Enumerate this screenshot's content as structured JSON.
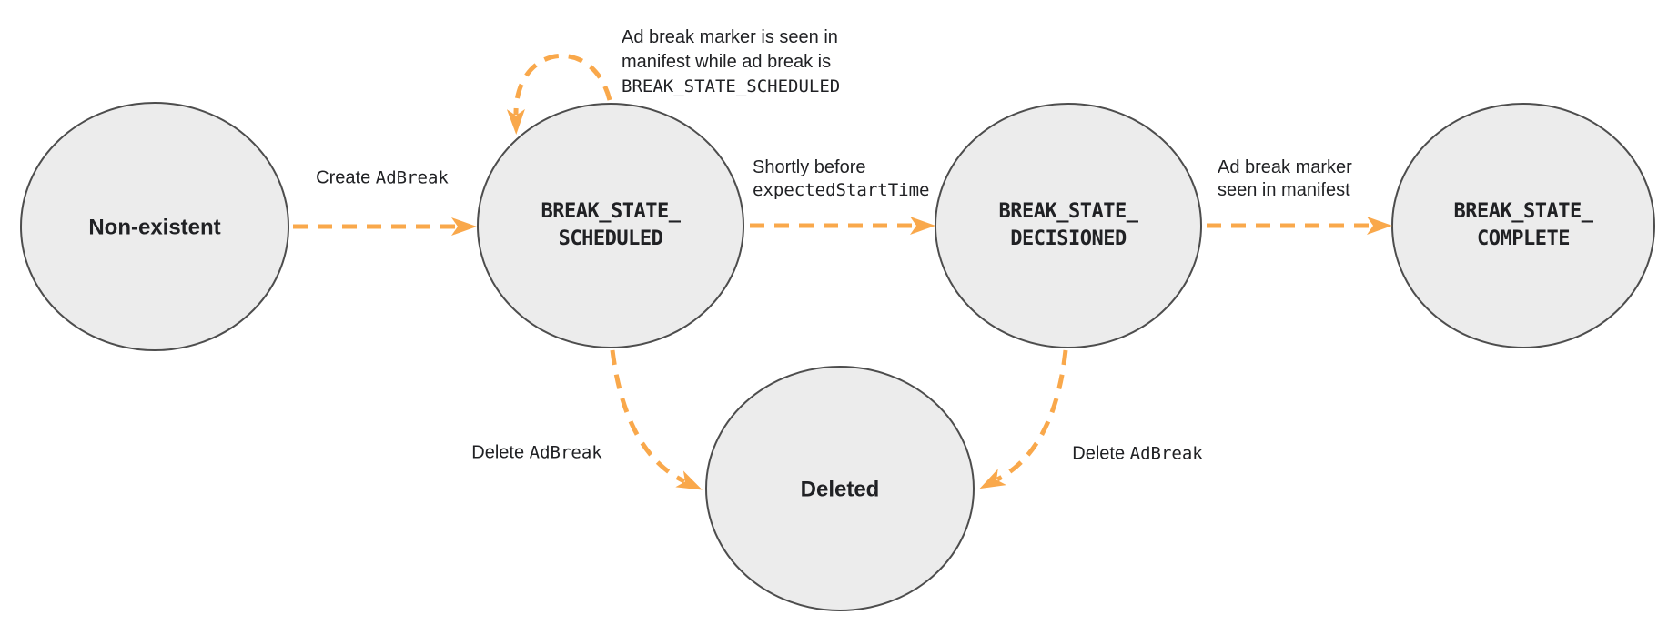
{
  "colors": {
    "background": "#ffffff",
    "node_fill": "#ececec",
    "node_border": "#4d4d4d",
    "arrow_color": "#f9a84b",
    "text_color": "#202124"
  },
  "nodes": {
    "non_existent": {
      "label": "Non-existent"
    },
    "scheduled": {
      "line1": "BREAK_STATE_",
      "line2": "SCHEDULED"
    },
    "decisioned": {
      "line1": "BREAK_STATE_",
      "line2": "DECISIONED"
    },
    "complete": {
      "line1": "BREAK_STATE_",
      "line2": "COMPLETE"
    },
    "deleted": {
      "label": "Deleted"
    }
  },
  "transitions": {
    "create": {
      "plain": "Create ",
      "code": "AdBreak"
    },
    "self_loop": {
      "line1": "Ad break marker is seen in",
      "line2": "manifest while ad break is",
      "code": "BREAK_STATE_SCHEDULED"
    },
    "to_decisioned": {
      "plain": "Shortly before",
      "code": "expectedStartTime"
    },
    "to_complete": {
      "line1": "Ad break marker",
      "line2": "seen in manifest"
    },
    "delete_from_scheduled": {
      "plain": "Delete ",
      "code": "AdBreak"
    },
    "delete_from_decisioned": {
      "plain": "Delete ",
      "code": "AdBreak"
    }
  }
}
